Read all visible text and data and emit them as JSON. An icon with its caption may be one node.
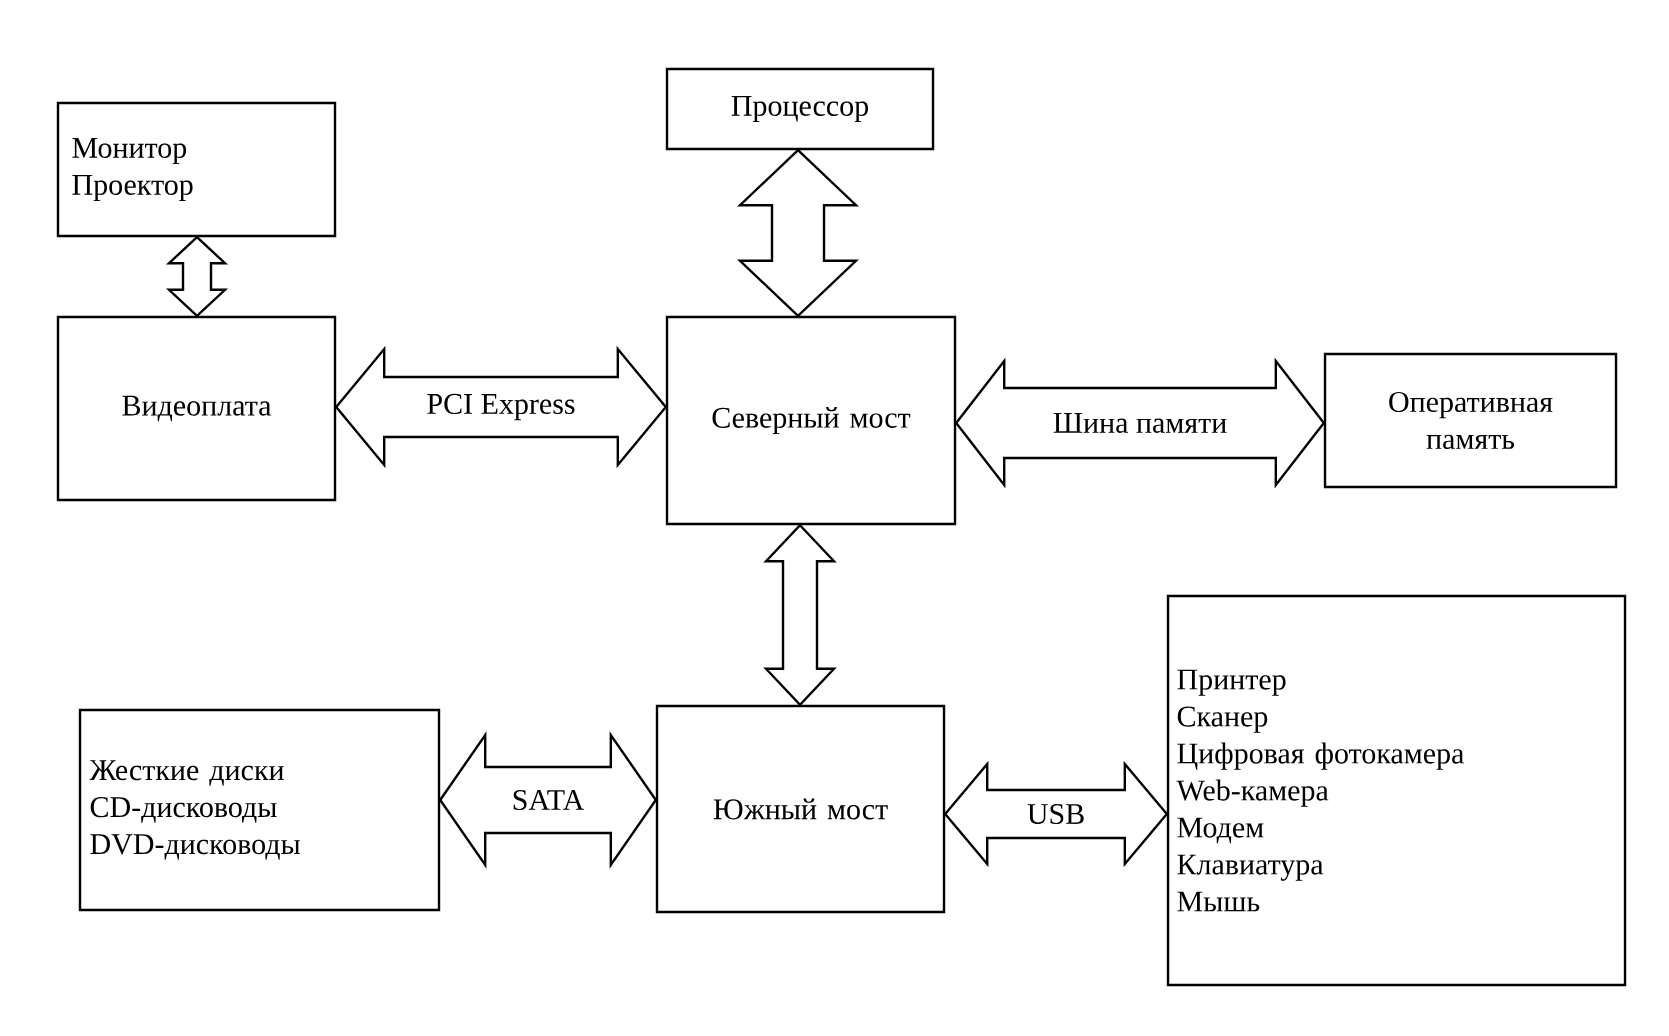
{
  "diagram": {
    "nodes": [
      {
        "text": [
          "Монитор",
          "Проектор"
        ]
      },
      {
        "text": [
          "Процессор"
        ]
      },
      {
        "text": [
          "Видеоплата"
        ]
      },
      {
        "text": [
          "Северный мост"
        ]
      },
      {
        "text": [
          "Оперативная память"
        ]
      },
      {
        "text": [
          "Жесткие диски",
          "CD-дисководы",
          "DVD-дисководы"
        ]
      },
      {
        "text": [
          "Южный мост"
        ]
      },
      {
        "text": [
          "Принтер",
          "Сканер",
          "Цифровая фотокамера",
          "Web-камера",
          "Модем",
          "Клавиатура",
          "Мышь"
        ]
      }
    ],
    "edges": [
      {
        "from": 0,
        "to": 2,
        "arrow": "both"
      },
      {
        "from": 1,
        "to": 3,
        "arrow": "both"
      },
      {
        "from": 2,
        "to": 3,
        "arrow": "both",
        "label": "PCI Express"
      },
      {
        "from": 3,
        "to": 4,
        "arrow": "both",
        "label": "Шина памяти"
      },
      {
        "from": 3,
        "to": 6,
        "arrow": "both"
      },
      {
        "from": 5,
        "to": 6,
        "arrow": "both",
        "label": "SATA"
      },
      {
        "from": 6,
        "to": 7,
        "arrow": "both",
        "label": "USB"
      }
    ]
  }
}
